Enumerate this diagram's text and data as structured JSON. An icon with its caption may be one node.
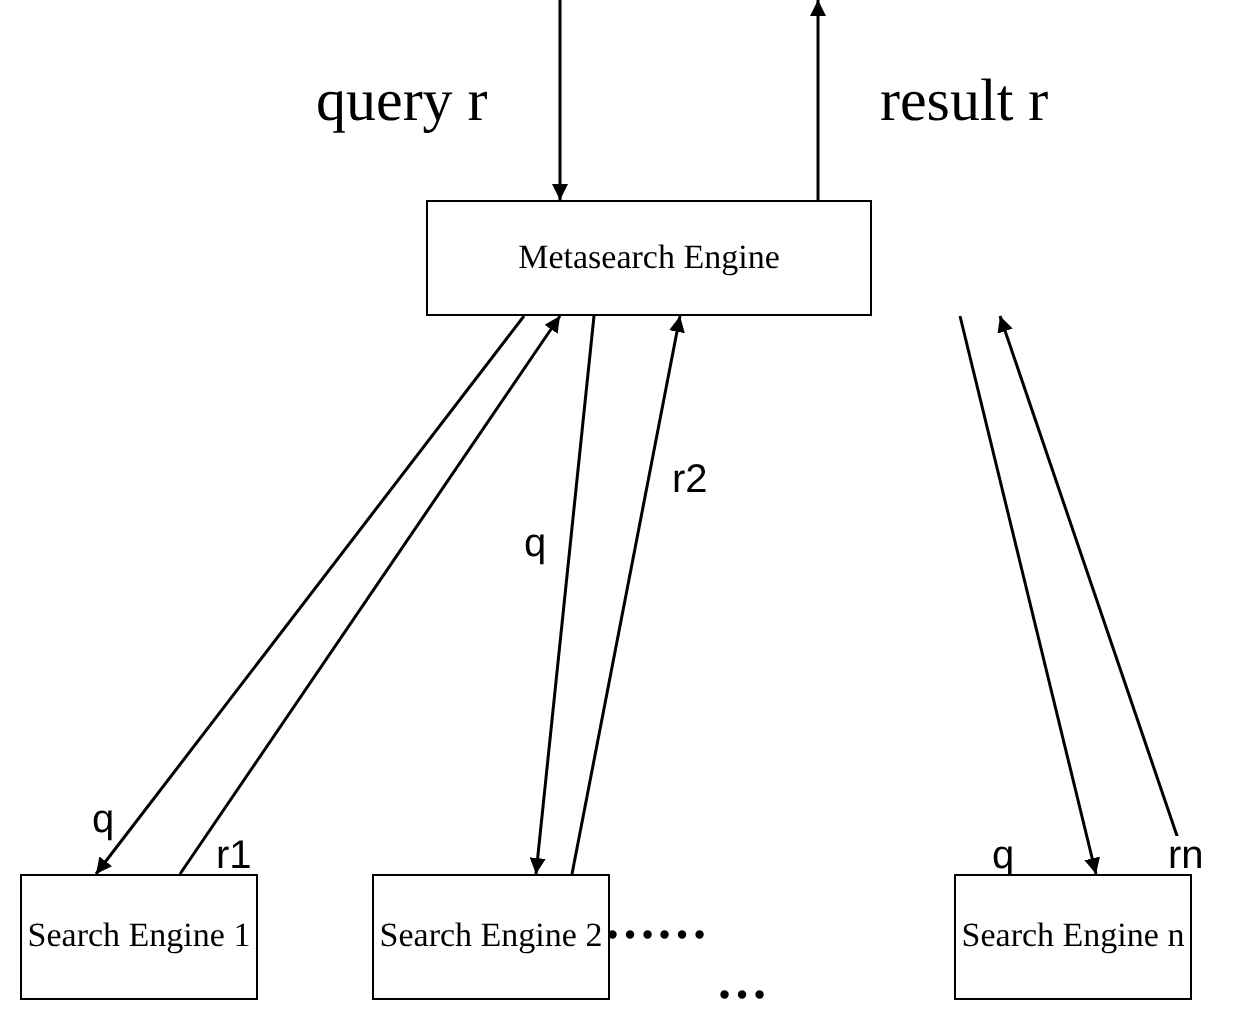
{
  "diagram": {
    "nodes": [
      {
        "text": [
          "Metasearch Engine"
        ]
      },
      {
        "text": [
          "Search Engine 1"
        ]
      },
      {
        "text": [
          "Search Engine 2"
        ]
      },
      {
        "text": [
          "Search Engine n"
        ]
      }
    ],
    "edges": [
      {
        "from": null,
        "to": 0,
        "arrow": "to",
        "label": "query r"
      },
      {
        "from": 0,
        "to": null,
        "arrow": "to",
        "label": "result r"
      },
      {
        "from": 0,
        "to": 1,
        "arrow": "to",
        "label": "q"
      },
      {
        "from": 1,
        "to": 0,
        "arrow": "to",
        "label": "r1"
      },
      {
        "from": 0,
        "to": 2,
        "arrow": "to",
        "label": "q"
      },
      {
        "from": 2,
        "to": 0,
        "arrow": "to",
        "label": "r2"
      },
      {
        "from": 0,
        "to": 3,
        "arrow": "to",
        "label": "q"
      },
      {
        "from": 3,
        "to": 0,
        "arrow": "to",
        "label": "rn"
      }
    ],
    "labels": [
      "……",
      "…"
    ]
  }
}
